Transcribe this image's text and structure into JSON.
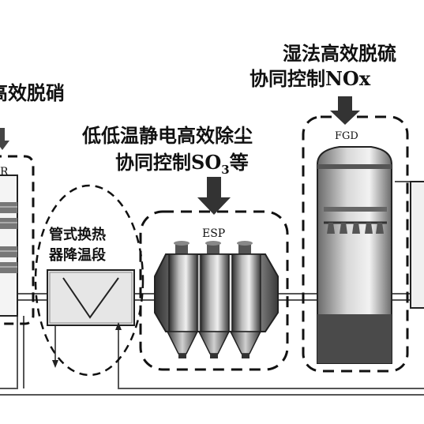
{
  "labels": {
    "scr_title": "高效脱硝",
    "scr_tag": "R",
    "hx_line1": "管式换热",
    "hx_line2": "器降温段",
    "esp_line1": "低低温静电高效除尘",
    "esp_line2_prefix": "协同控制SO",
    "esp_line2_sub": "3",
    "esp_line2_suffix": "等",
    "esp_tag": "ESP",
    "fgd_line1": "湿法高效脱硫",
    "fgd_line2": "协同控制NOx",
    "fgd_tag": "FGD"
  },
  "colors": {
    "ink": "#111111",
    "equipment_dark": "#3a3a3a",
    "equipment_mid": "#7a7a7a",
    "equipment_light": "#d9d9d9",
    "hx_fill": "#e6e6e6",
    "pipe": "#555555"
  }
}
